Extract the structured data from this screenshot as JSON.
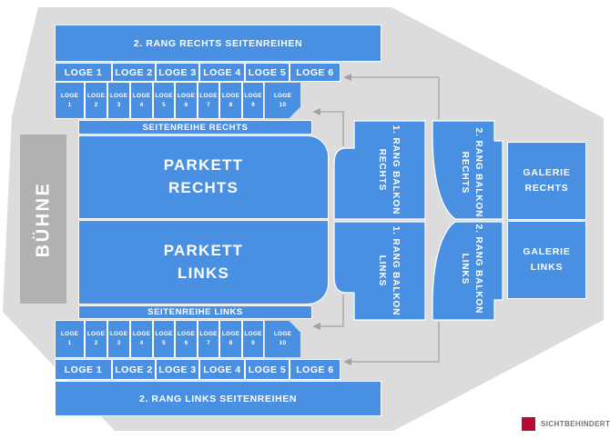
{
  "colors": {
    "section_blue": "#4a90e2",
    "venue_gray": "#dcdcdc",
    "stage_gray": "#b1b1b1",
    "arrow_gray": "#a3a3a3",
    "legend_red": "#b30d35",
    "legend_text": "#757575"
  },
  "stage": {
    "label": "BÜHNE"
  },
  "icons": {
    "connector_arrow": "left-pointing-arrow"
  },
  "banners": {
    "top": "2. RANG RECHTS SEITENREIHEN",
    "bottom": "2. RANG LINKS SEITENREIHEN"
  },
  "loge_row_labels": [
    "LOGE 1",
    "LOGE 2",
    "LOGE 3",
    "LOGE 4",
    "LOGE 5",
    "LOGE 6"
  ],
  "small_loge_word": "LOGE",
  "small_loge_numbers": [
    "1",
    "2",
    "3",
    "4",
    "5",
    "6",
    "7",
    "8",
    "9",
    "10"
  ],
  "seitenreihe": {
    "rechts": "SEITENREIHE RECHTS",
    "links": "SEITENREIHE LINKS"
  },
  "parkett": {
    "rechts": {
      "l1": "PARKETT",
      "l2": "RECHTS"
    },
    "links": {
      "l1": "PARKETT",
      "l2": "LINKS"
    }
  },
  "balkon": {
    "rang1_rechts": {
      "l1": "1. RANG BALKON",
      "l2": "RECHTS"
    },
    "rang1_links": {
      "l1": "1. RANG BALKON",
      "l2": "LINKS"
    },
    "rang2_rechts": {
      "l1": "2. RANG BALKON",
      "l2": "RECHTS"
    },
    "rang2_links": {
      "l1": "2. RANG BALKON",
      "l2": "LINKS"
    }
  },
  "galerie": {
    "rechts": {
      "l1": "GALERIE",
      "l2": "RECHTS"
    },
    "links": {
      "l1": "GALERIE",
      "l2": "LINKS"
    }
  },
  "legend": {
    "label": "SICHTBEHINDERT"
  }
}
